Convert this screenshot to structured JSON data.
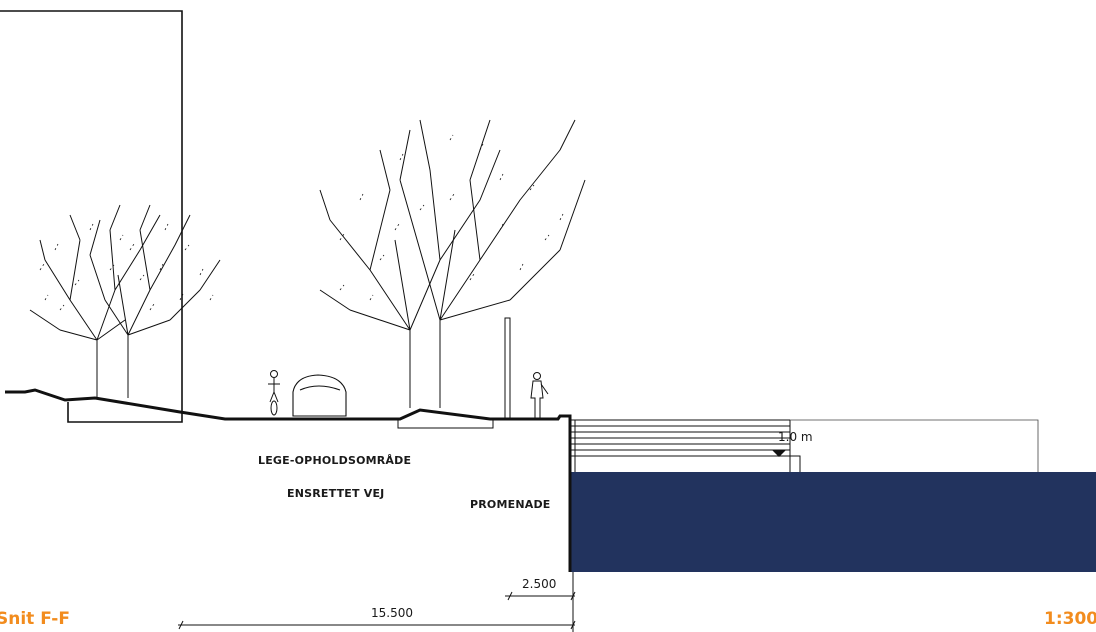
{
  "section": {
    "title": "Snit F-F",
    "scale": "1:300"
  },
  "labels": {
    "play_area": "LEGE-OPHOLDSOMRÅDE",
    "one_way_road": "ENSRETTET VEJ",
    "promenade": "PROMENADE"
  },
  "water": {
    "level_label": "1.0 m"
  },
  "dimensions": {
    "promenade_width": "2.500",
    "total_width": "15.500"
  },
  "colors": {
    "accent": "#f28c1e",
    "water": "#22335e",
    "line": "#111111"
  }
}
